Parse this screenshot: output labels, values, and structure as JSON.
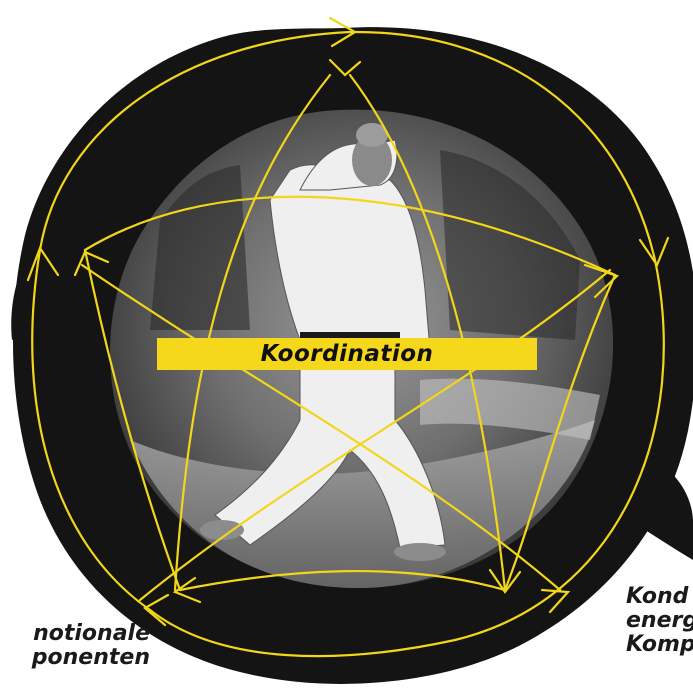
{
  "center_label": "Koordination",
  "label_left": [
    "notionale",
    "ponenten"
  ],
  "label_right": [
    "Kond",
    "energ",
    "Komp"
  ],
  "colors": {
    "arrow": "#f2d61a",
    "bar": "#f5d81c",
    "ink": "#141414",
    "photo": "#7c7c7c"
  },
  "icons": [
    "karate-figure-photo",
    "arrow-icon"
  ]
}
